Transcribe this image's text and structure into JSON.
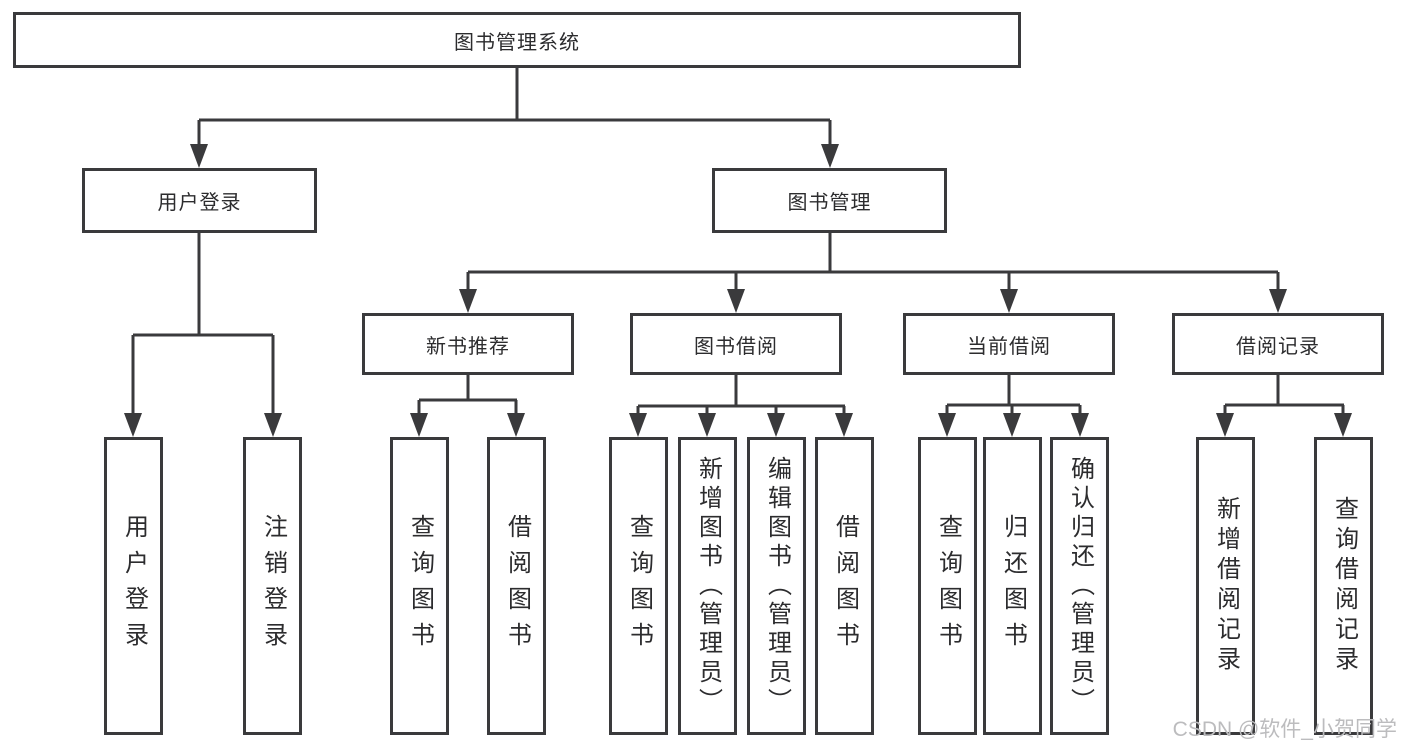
{
  "diagram": {
    "root": {
      "label": "图书管理系统"
    },
    "branches": [
      {
        "label": "用户登录"
      },
      {
        "label": "图书管理"
      }
    ],
    "modules": [
      {
        "label": "新书推荐"
      },
      {
        "label": "图书借阅"
      },
      {
        "label": "当前借阅"
      },
      {
        "label": "借阅记录"
      }
    ],
    "leaves": {
      "login": [
        "用户登录",
        "注销登录"
      ],
      "recommend": [
        "查询图书",
        "借阅图书"
      ],
      "borrow": [
        "查询图书",
        "新增图书（管理员）",
        "编辑图书（管理员）",
        "借阅图书"
      ],
      "current": [
        "查询图书",
        "归还图书",
        "确认归还（管理员）"
      ],
      "records": [
        "新增借阅记录",
        "查询借阅记录"
      ]
    }
  },
  "watermark": {
    "text": "CSDN @软件_小贺同学"
  },
  "colors": {
    "line": "#3a3a3c",
    "text": "#2c2c2e",
    "watermark": "#bcbcbe",
    "background": "#ffffff"
  }
}
